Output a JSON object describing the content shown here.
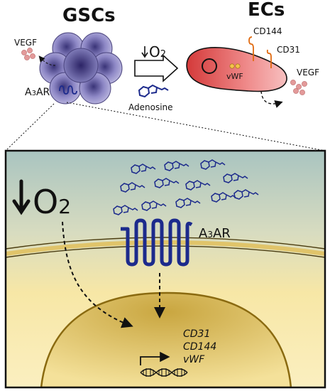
{
  "top": {
    "gscs_title": "GSCs",
    "ecs_title": "ECs",
    "vegf_left": "VEGF",
    "a3ar_label": "A",
    "a3ar_sub": "3",
    "a3ar_tail": "AR",
    "hypoxia_o": "O",
    "hypoxia_sub": "2",
    "adenosine_label": "Adenosine",
    "cd144_label": "CD144",
    "cd31_label": "CD31",
    "vwf_label": "vWF",
    "vegf_right": "VEGF"
  },
  "inset": {
    "hypoxia_o": "O",
    "hypoxia_sub": "2",
    "a3ar_label": "A",
    "a3ar_sub": "3",
    "a3ar_tail": "AR",
    "genes": [
      "CD31",
      "CD144",
      "vWF"
    ]
  },
  "colors": {
    "gsc_fill": "#7f7bb8",
    "ec_fill": "#e85a5a",
    "receptor": "#1c2a8c",
    "vegf_dot": "#e39a9a",
    "membrane": "#e0c46a",
    "nucleus": "#c9a640",
    "inset_top": "#a9c4c0",
    "inset_bottom": "#f7e7a6"
  }
}
